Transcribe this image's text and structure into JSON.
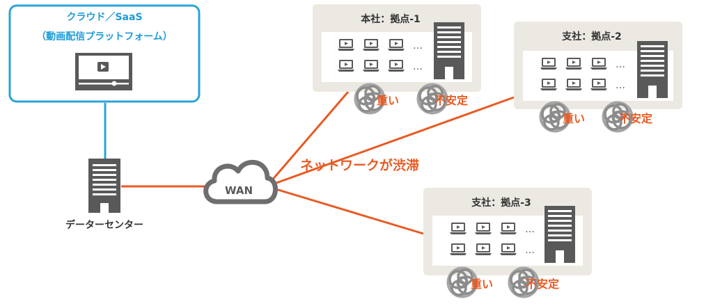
{
  "cloud": {
    "title": "クラウド／SaaS",
    "subtitle": "（動画配信プラットフォーム）"
  },
  "datacenter": {
    "label": "データーセンター"
  },
  "wan": {
    "label": "WAN"
  },
  "network_status": "ネットワークが渋滞",
  "sites": [
    {
      "title": "本社：拠点-1",
      "status_slow": "重い",
      "status_unstable": "不安定"
    },
    {
      "title": "支社：拠点-2",
      "status_slow": "重い",
      "status_unstable": "不安定"
    },
    {
      "title": "支社：拠点-3",
      "status_slow": "重い",
      "status_unstable": "不安定"
    }
  ],
  "ellipsis": "…",
  "colors": {
    "cloud_border": "#29a3d9",
    "cloud_text": "#1e9bd7",
    "link_line": "#e85a24",
    "alert_text": "#e85a24",
    "server": "#595959",
    "site_bg": "#ebe9e2",
    "icon_gray": "#7f7f7f"
  }
}
